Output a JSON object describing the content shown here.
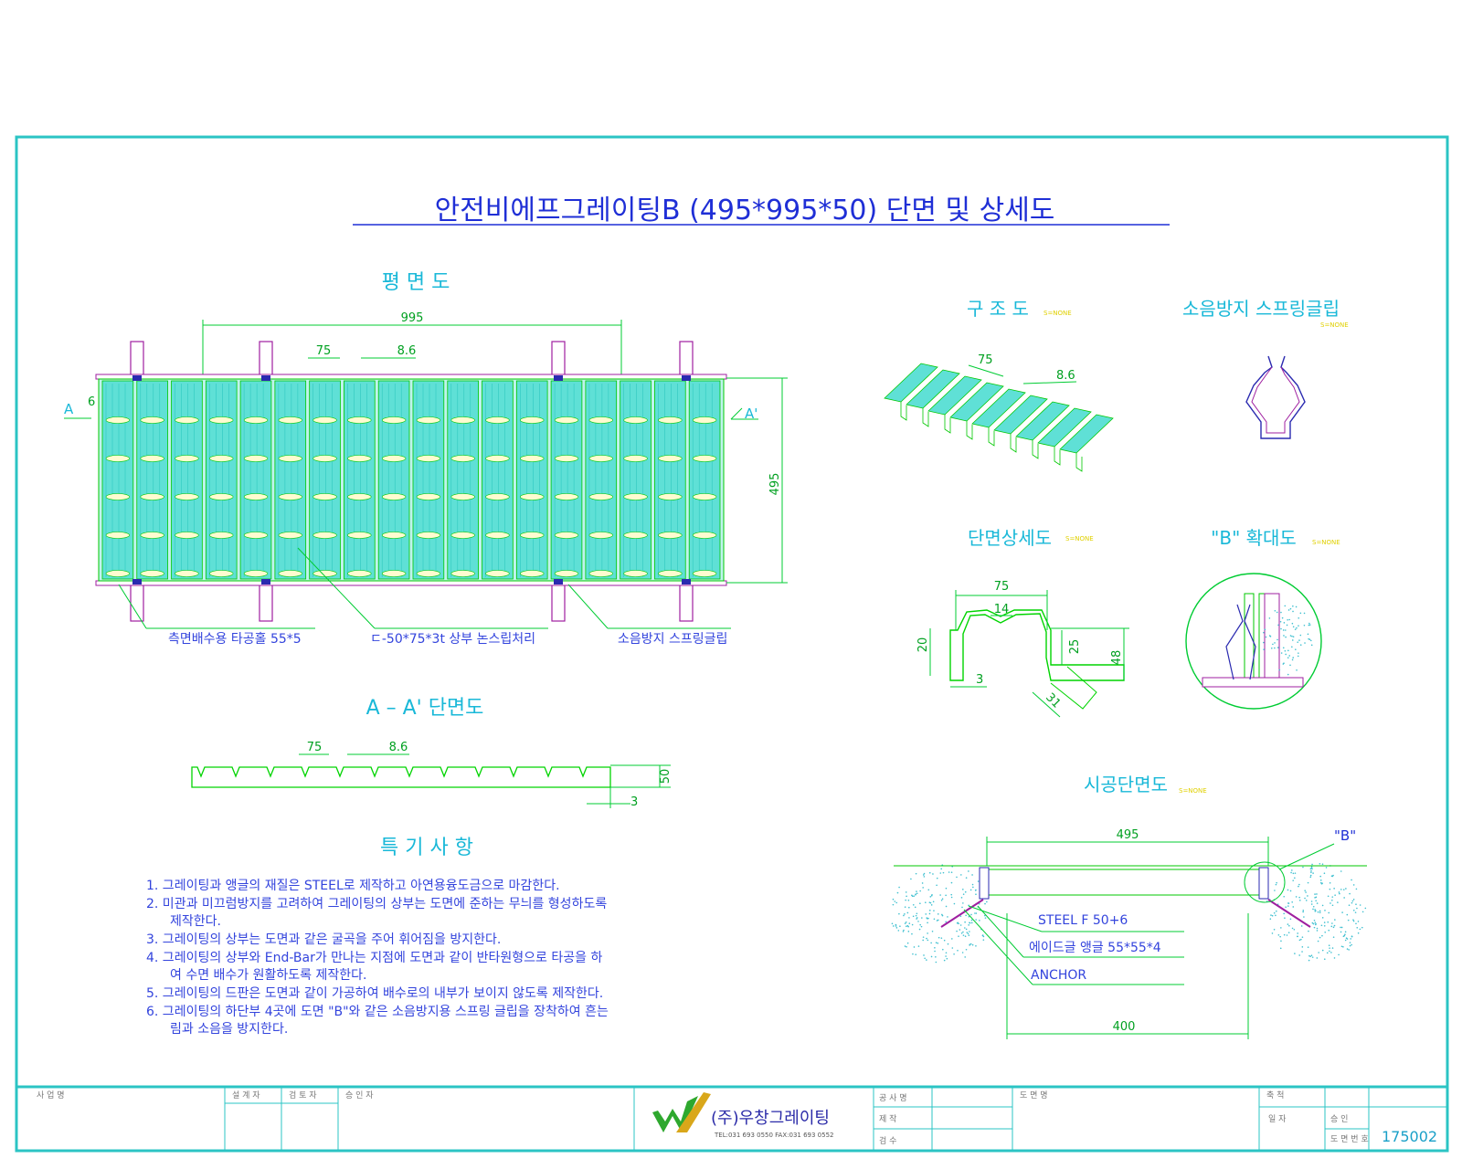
{
  "title": "안전비에프그레이팅B (495*995*50) 단면 및 상세도",
  "views": {
    "plan": "평 면 도",
    "structure": "구 조 도",
    "spring_clip": "소음방지 스프링글립",
    "section_detail": "단면상세도",
    "b_detail": "\"B\" 확대도",
    "aa_section": "A – A' 단면도",
    "install_section": "시공단면도",
    "special_notes": "특 기 사 항"
  },
  "scale_label": "S=NONE",
  "dimensions": {
    "length": "995",
    "width": "495",
    "pitch": "75",
    "gap": "8.6",
    "edge": "6",
    "section_top": "75",
    "section_mid": "14",
    "section_20": "20",
    "section_25": "25",
    "section_48": "48",
    "section_3": "3",
    "section_31": "31",
    "aa_height": "50",
    "aa_3": "3",
    "install_width": "495",
    "install_base": "400"
  },
  "markers": {
    "a": "A",
    "a_prime": "A'",
    "b": "\"B\""
  },
  "callouts": {
    "drain_hole": "측면배수용 타공홀 55*5",
    "channel": "ㄷ-50*75*3t 상부 논스립처리",
    "clip": "소음방지 스프링글립"
  },
  "install_labels": {
    "steel": "STEEL F 50+6",
    "angle": "에이드글 앵글 55*55*4",
    "anchor": "ANCHOR"
  },
  "notes": [
    "1. 그레이팅과 앵글의 재질은 STEEL로 제작하고 아연용융도금으로 마감한다.",
    "2. 미관과 미끄럼방지를 고려하여 그레이팅의 상부는 도면에 준하는 무늬를 형성하도록",
    "제작한다.",
    "3. 그레이팅의 상부는 도면과 같은 굴곡을 주어 휘어짐을 방지한다.",
    "4. 그레이팅의 상부와 End-Bar가 만나는 지점에 도면과 같이 반타원형으로 타공을 하",
    "여 수면 배수가 원활하도록 제작한다.",
    "5. 그레이팅의 드판은 도면과 같이 가공하여 배수로의 내부가 보이지 않도록 제작한다.",
    "6. 그레이팅의 하단부 4곳에 도면 \"B\"와 같은 소음방지용 스프링 글립을 장착하여 흔는",
    "림과 소음을 방지한다."
  ],
  "title_block": {
    "company": "(주)우창그레이팅",
    "contact": "TEL:031 693 0550  FAX:031 693 0552",
    "drawing_no": "175002",
    "cells": [
      "사 업 명",
      "설 계 자",
      "검 토 자",
      "승 인 자",
      "공 사 명",
      "도 면 명",
      "축 척",
      "도 면 번 호",
      "제 작",
      "검 수",
      "승 인",
      "일 자"
    ]
  },
  "colors": {
    "border": "#2bc4c4",
    "title": "#1f2fd6",
    "heading": "#19b8d8",
    "line": "#00d400",
    "fill": "#5fe0d6",
    "accent": "#9f1fa0"
  }
}
